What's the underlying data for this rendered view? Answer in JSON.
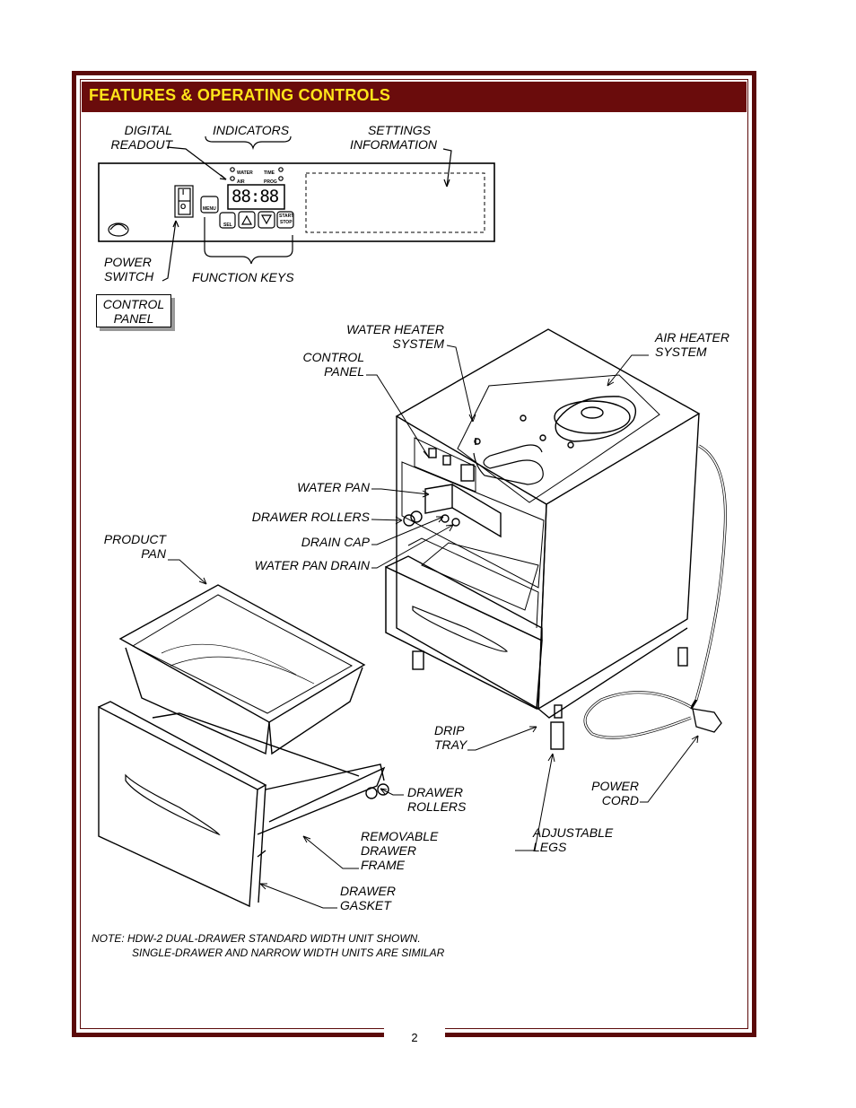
{
  "header": {
    "title": "FEATURES & OPERATING CONTROLS"
  },
  "control_panel_detail": {
    "labels": {
      "digital_readout": [
        "DIGITAL",
        "READOUT"
      ],
      "indicators": "INDICATORS",
      "settings_information": [
        "SETTINGS",
        "INFORMATION"
      ],
      "power_switch": [
        "POWER",
        "SWITCH"
      ],
      "function_keys": "FUNCTION KEYS"
    },
    "panel_texts": {
      "water": "WATER",
      "time": "TIME",
      "air": "AIR",
      "prog": "PROG",
      "readout": "88:88",
      "menu": "MENU",
      "sel": "SEL",
      "start": "START",
      "stop": "STOP",
      "switch_on": "I",
      "switch_off": "O"
    },
    "caption_box": [
      "CONTROL",
      "PANEL"
    ]
  },
  "main_diagram": {
    "labels": {
      "water_heater_system": [
        "WATER HEATER",
        "SYSTEM"
      ],
      "air_heater_system": [
        "AIR HEATER",
        "SYSTEM"
      ],
      "control_panel": [
        "CONTROL",
        "PANEL"
      ],
      "water_pan": "WATER PAN",
      "drawer_rollers_top": "DRAWER ROLLERS",
      "drain_cap": "DRAIN CAP",
      "water_pan_drain": "WATER PAN DRAIN",
      "product_pan": [
        "PRODUCT",
        "PAN"
      ],
      "drip_tray": [
        "DRIP",
        "TRAY"
      ],
      "power_cord": [
        "POWER",
        "CORD"
      ],
      "adjustable_legs": [
        "ADJUSTABLE",
        "LEGS"
      ],
      "drawer_rollers_bottom": [
        "DRAWER",
        "ROLLERS"
      ],
      "removable_drawer_frame": [
        "REMOVABLE",
        "DRAWER",
        "FRAME"
      ],
      "drawer_gasket": [
        "DRAWER",
        "GASKET"
      ]
    }
  },
  "note": {
    "line1": "NOTE:  HDW-2 DUAL-DRAWER STANDARD WIDTH UNIT SHOWN.",
    "line2": "SINGLE-DRAWER AND NARROW WIDTH UNITS ARE SIMILAR"
  },
  "footer": {
    "page_number": "2"
  },
  "colors": {
    "frame": "#5b0a0a",
    "title_bg": "#6a0c0c",
    "title_text": "#ffe51a"
  }
}
